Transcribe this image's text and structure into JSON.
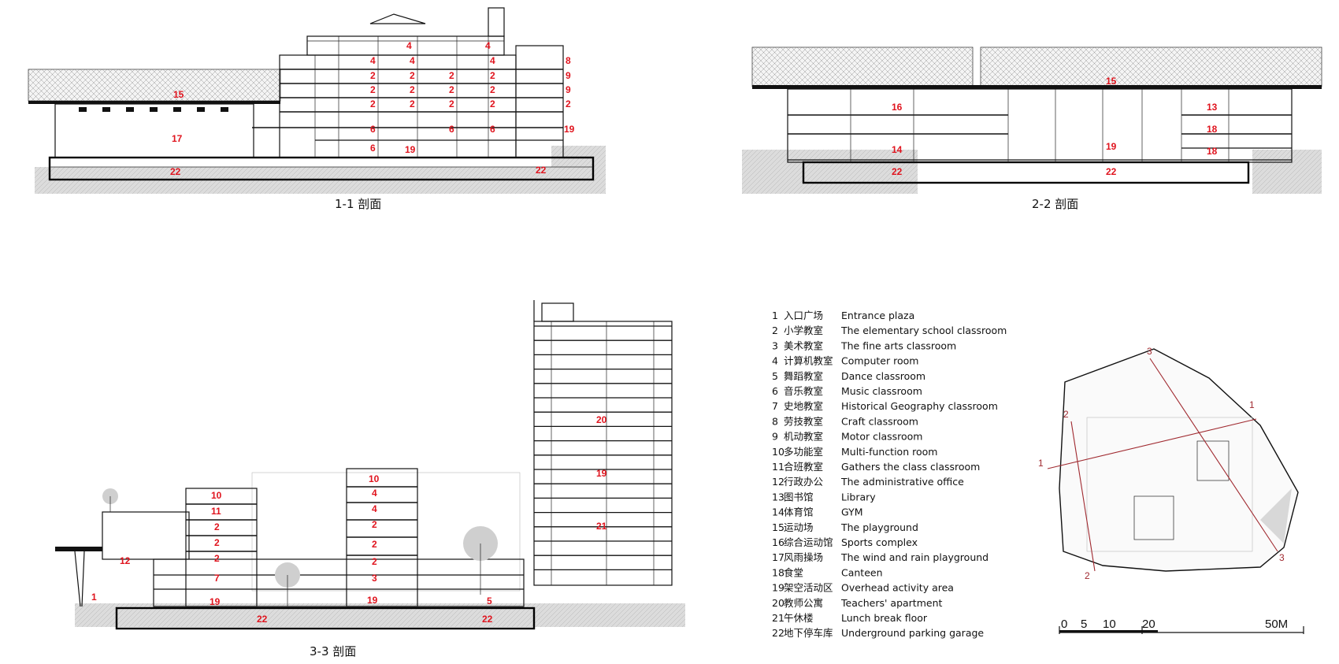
{
  "sections": [
    {
      "caption": "1-1 剖面",
      "labels": [
        "4",
        "4",
        "4",
        "4",
        "4",
        "8",
        "15",
        "2",
        "2",
        "2",
        "2",
        "9",
        "2",
        "2",
        "2",
        "2",
        "9",
        "2",
        "2",
        "2",
        "2",
        "2",
        "17",
        "6",
        "6",
        "6",
        "19",
        "6",
        "19",
        "22",
        "22"
      ]
    },
    {
      "caption": "2-2 剖面",
      "labels": [
        "15",
        "16",
        "13",
        "18",
        "19",
        "14",
        "18",
        "22",
        "22"
      ]
    },
    {
      "caption": "3-3 剖面",
      "labels": [
        "20",
        "10",
        "19",
        "10",
        "4",
        "11",
        "4",
        "2",
        "2",
        "21",
        "2",
        "2",
        "12",
        "2",
        "2",
        "7",
        "3",
        "1",
        "5",
        "19",
        "19",
        "22",
        "22"
      ]
    }
  ],
  "legend": [
    {
      "num": "1",
      "zh": "入口广场",
      "en": "Entrance plaza"
    },
    {
      "num": "2",
      "zh": "小学教室",
      "en": "The elementary school classroom"
    },
    {
      "num": "3",
      "zh": "美术教室",
      "en": "The fine arts classroom"
    },
    {
      "num": "4",
      "zh": "计算机教室",
      "en": "Computer room"
    },
    {
      "num": "5",
      "zh": "舞蹈教室",
      "en": "Dance classroom"
    },
    {
      "num": "6",
      "zh": "音乐教室",
      "en": "Music classroom"
    },
    {
      "num": "7",
      "zh": "史地教室",
      "en": "Historical Geography classroom"
    },
    {
      "num": "8",
      "zh": "劳技教室",
      "en": "Craft classroom"
    },
    {
      "num": "9",
      "zh": " 机动教室",
      "en": "Motor classroom"
    },
    {
      "num": "10",
      "zh": "多功能室",
      "en": "Multi-function room"
    },
    {
      "num": "11",
      "zh": "合班教室",
      "en": "Gathers the class classroom"
    },
    {
      "num": "12",
      "zh": "行政办公",
      "en": "The administrative office"
    },
    {
      "num": "13",
      "zh": "图书馆",
      "en": "Library"
    },
    {
      "num": "14",
      "zh": "体育馆",
      "en": "GYM"
    },
    {
      "num": "15",
      "zh": "运动场",
      "en": "The playground"
    },
    {
      "num": "16",
      "zh": "综合运动馆",
      "en": "Sports complex"
    },
    {
      "num": "17",
      "zh": "风雨操场",
      "en": "The wind and rain playground"
    },
    {
      "num": "18",
      "zh": "食堂",
      "en": "Canteen"
    },
    {
      "num": "19",
      "zh": "架空活动区",
      "en": "Overhead activity area"
    },
    {
      "num": "20",
      "zh": "教师公寓",
      "en": "Teachers' apartment"
    },
    {
      "num": "21",
      "zh": "午休楼",
      "en": "Lunch break floor"
    },
    {
      "num": "22",
      "zh": "地下停车库",
      "en": "Underground parking garage"
    }
  ],
  "scale": {
    "ticks": [
      "0",
      "5",
      "10",
      "20",
      "50M"
    ]
  },
  "plan": {
    "section_marks": [
      "1",
      "1",
      "2",
      "2",
      "3",
      "3"
    ]
  }
}
